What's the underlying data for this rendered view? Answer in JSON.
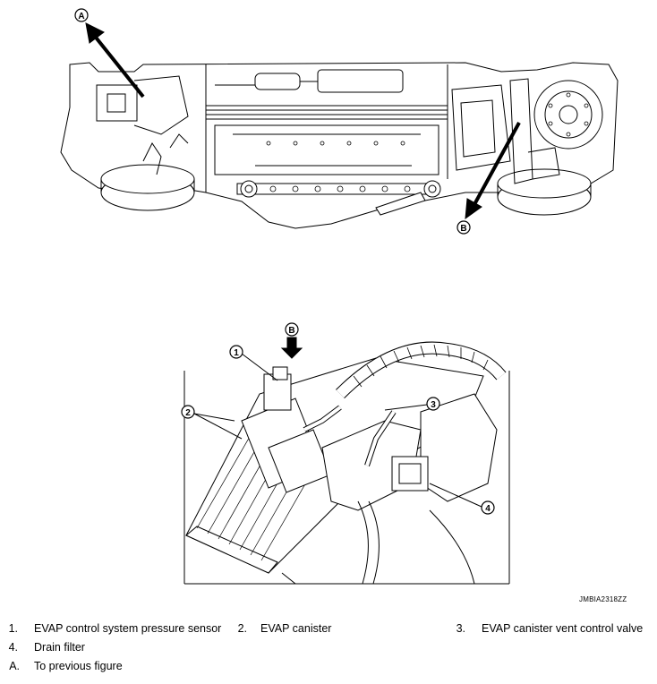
{
  "callouts": {
    "a": "A",
    "b": "B",
    "b_arrow": "B",
    "n1": "1",
    "n2": "2",
    "n3": "3",
    "n4": "4"
  },
  "figure_code": "JMBIA2318ZZ",
  "legend": {
    "items": [
      {
        "number": "1.",
        "label": "EVAP control system pressure sensor"
      },
      {
        "number": "2.",
        "label": "EVAP canister"
      },
      {
        "number": "3.",
        "label": "EVAP canister vent control valve"
      },
      {
        "number": "4.",
        "label": "Drain filter"
      },
      {
        "number": "A.",
        "label": "To previous figure"
      }
    ]
  }
}
